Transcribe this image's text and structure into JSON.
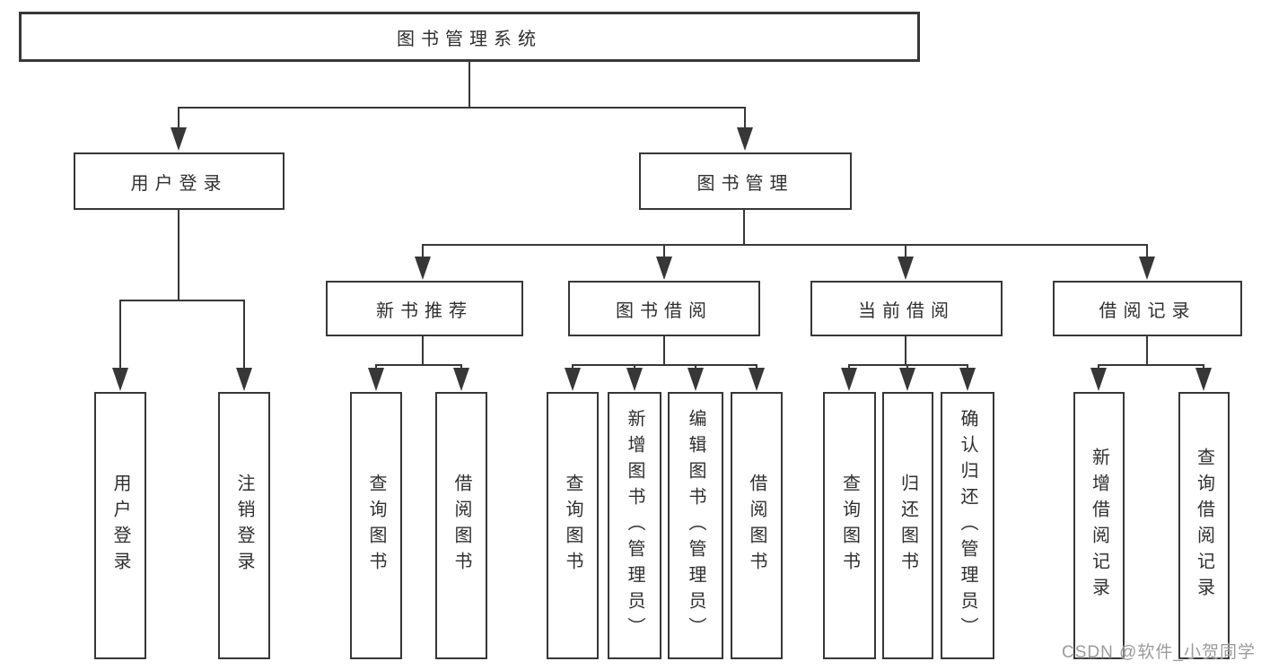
{
  "diagram_title": "图书管理系统",
  "nodes": {
    "root": "图书管理系统",
    "user_login": "用户登录",
    "book_mgmt": "图书管理",
    "new_book_rec": "新书推荐",
    "book_borrow": "图书借阅",
    "current_borrow": "当前借阅",
    "borrow_record": "借阅记录",
    "ul_login": "用户登录",
    "ul_logout": "注销登录",
    "nb_query": "查询图书",
    "nb_borrow": "借阅图书",
    "bb_query": "查询图书",
    "bb_add": "新增图书（管理员）",
    "bb_edit": "编辑图书（管理员）",
    "bb_borrow": "借阅图书",
    "cb_query": "查询图书",
    "cb_return": "归还图书",
    "cb_confirm": "确认归还（管理员）",
    "br_add": "新增借阅记录",
    "br_query": "查询借阅记录"
  },
  "hierarchy": {
    "图书管理系统": {
      "用户登录": [
        "用户登录",
        "注销登录"
      ],
      "图书管理": {
        "新书推荐": [
          "查询图书",
          "借阅图书"
        ],
        "图书借阅": [
          "查询图书",
          "新增图书（管理员）",
          "编辑图书（管理员）",
          "借阅图书"
        ],
        "当前借阅": [
          "查询图书",
          "归还图书",
          "确认归还（管理员）"
        ],
        "借阅记录": [
          "新增借阅记录",
          "查询借阅记录"
        ]
      }
    }
  },
  "watermark": {
    "text": "CSDN @软件_小贺同学"
  },
  "colors": {
    "line": "#373737",
    "text": "#2f2f2f",
    "watermark_gray": "#9b9b9b",
    "background": "#ffffff"
  }
}
